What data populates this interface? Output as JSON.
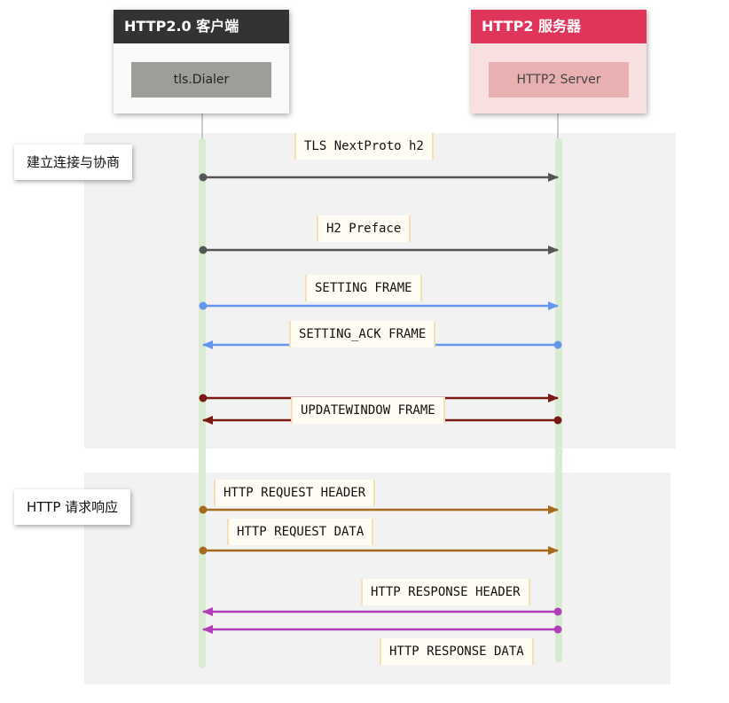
{
  "actors": {
    "client": {
      "title": "HTTP2.0 客户端",
      "component": "tls.Dialer"
    },
    "server": {
      "title": "HTTP2 服务器",
      "component": "HTTP2 Server"
    }
  },
  "phases": [
    {
      "label": "建立连接与协商"
    },
    {
      "label": "HTTP 请求响应"
    }
  ],
  "colors": {
    "lifeline": "#d9ecd2",
    "handshake": "#555555",
    "setting": "#6496ee",
    "window": "#7b1a14",
    "request": "#a56a1e",
    "response": "#b33cb8"
  },
  "messages": [
    {
      "label": "TLS NextProto h2",
      "from": "client",
      "to": "server",
      "color": "handshake"
    },
    {
      "label": "H2 Preface",
      "from": "client",
      "to": "server",
      "color": "handshake"
    },
    {
      "label": "SETTING FRAME",
      "from": "client",
      "to": "server",
      "color": "setting"
    },
    {
      "label": "SETTING_ACK FRAME",
      "from": "server",
      "to": "client",
      "color": "setting"
    },
    {
      "label": "",
      "from": "client",
      "to": "server",
      "color": "window"
    },
    {
      "label": "UPDATEWINDOW FRAME",
      "from": "server",
      "to": "client",
      "color": "window"
    },
    {
      "label": "HTTP REQUEST HEADER",
      "from": "client",
      "to": "server",
      "color": "request"
    },
    {
      "label": "HTTP REQUEST DATA",
      "from": "client",
      "to": "server",
      "color": "request"
    },
    {
      "label": "HTTP RESPONSE HEADER",
      "from": "server",
      "to": "client",
      "color": "response"
    },
    {
      "label": "",
      "from": "server",
      "to": "client",
      "color": "response"
    },
    {
      "label": "HTTP RESPONSE DATA",
      "from": "server",
      "to": "client",
      "color": "response"
    }
  ]
}
